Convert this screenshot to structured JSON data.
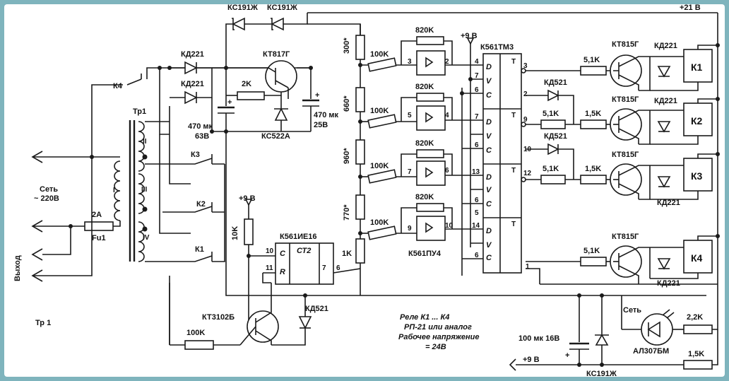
{
  "transformer": {
    "name": "Тр1",
    "windings": [
      "I",
      "II",
      "III",
      "IV"
    ]
  },
  "mains": {
    "label1": "Сеть",
    "label2": "~ 220В"
  },
  "fuse": {
    "rating": "2A",
    "name": "Fu1"
  },
  "output_label": "Выход",
  "tr_note": "Тр 1",
  "relay_contacts": [
    "К4",
    "К3",
    "К2",
    "К1"
  ],
  "diodes_top": [
    "КД221",
    "КД221"
  ],
  "zener_top": [
    "КС191Ж",
    "КС191Ж"
  ],
  "transistor_main": "КТ817Г",
  "resistor_2k": "2K",
  "zener_ks522": "КС522А",
  "cap1": {
    "value": "470 мк",
    "voltage": "63В"
  },
  "cap2": {
    "value": "470 мк",
    "voltage": "25В"
  },
  "divider": [
    "300*",
    "660*",
    "960*",
    "770*",
    "1K"
  ],
  "comparators": {
    "r_in": [
      "100K",
      "100K",
      "100K",
      "100K"
    ],
    "r_fb": [
      "820K",
      "820K",
      "820K",
      "820K"
    ],
    "ic": "К561ПУ4"
  },
  "plus9v": "+9 В",
  "trigger": {
    "ic": "К561ТМ3",
    "pins": {
      "T": "T",
      "D": "D",
      "V": "V",
      "C": "C"
    }
  },
  "counter": {
    "ic": "К561ИЕ16",
    "ct": "СТ2",
    "c": "С",
    "r": "R"
  },
  "r10k": "10K",
  "kt3102": "КТ3102Б",
  "kd521": [
    "КД521",
    "КД521",
    "КД521"
  ],
  "r100k_bottom": "100K",
  "outputs": {
    "transistors": [
      "КТ815Г",
      "КТ815Г",
      "КТ815Г",
      "КТ815Г"
    ],
    "r51": [
      "5,1K",
      "5,1K",
      "5,1K",
      "5,1K"
    ],
    "r15": [
      "1,5K",
      "1,5K"
    ],
    "diodes": [
      "КД221",
      "КД221",
      "КД221",
      "КД221"
    ],
    "relays": [
      "К1",
      "К2",
      "К3",
      "К4"
    ]
  },
  "supply": {
    "plus21": "+21 В",
    "plus9": "+9 В"
  },
  "relay_note": [
    "Реле К1 ... К4",
    "РП-21 или аналог",
    "Рабочее напряжение",
    "= 24В"
  ],
  "led": {
    "label": "Сеть",
    "part": "АЛ307БМ"
  },
  "r22k": "2,2K",
  "r15k": "1,5K",
  "cap100": "100 мк 16В",
  "zener_bottom": "КС191Ж",
  "pin_numbers": {
    "cmp": [
      "3",
      "2",
      "5",
      "4",
      "7",
      "6",
      "9",
      "10"
    ],
    "tm3_in": [
      "4",
      "7",
      "6",
      "7",
      "6",
      "13",
      "6",
      "5",
      "14",
      "6"
    ],
    "tm3_out": [
      "3",
      "2",
      "9",
      "10",
      "12",
      "1"
    ],
    "ie16": [
      "10",
      "11",
      "7",
      "6"
    ]
  }
}
